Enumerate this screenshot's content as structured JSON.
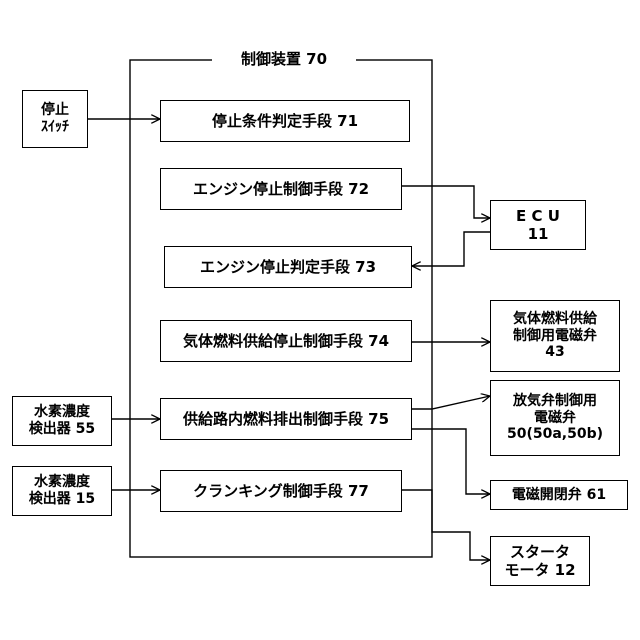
{
  "controller": {
    "label": "制御装置 70"
  },
  "blocks": {
    "stop_condition": "停止条件判定手段 71",
    "engine_stop_control": "エンジン停止制御手段 72",
    "engine_stop_judge": "エンジン停止判定手段 73",
    "gas_fuel_stop_control": "気体燃料供給停止制御手段 74",
    "fuel_discharge_control": "供給路内燃料排出制御手段 75",
    "cranking_control": "クランキング制御手段 77"
  },
  "inputs": {
    "stop_switch": [
      "停止",
      "ｽｲｯﾁ"
    ],
    "h2_sensor_55": [
      "水素濃度",
      "検出器 55"
    ],
    "h2_sensor_15": [
      "水素濃度",
      "検出器 15"
    ]
  },
  "outputs": {
    "ecu": [
      "E C U",
      "11"
    ],
    "gas_valve": [
      "気体燃料供給",
      "制御用電磁弁",
      "43"
    ],
    "release_valve": [
      "放気弁制御用",
      "電磁弁",
      "50(50a,50b)"
    ],
    "solenoid_valve": [
      "電磁開閉弁 61"
    ],
    "starter": [
      "スタータ",
      "モータ 12"
    ]
  }
}
